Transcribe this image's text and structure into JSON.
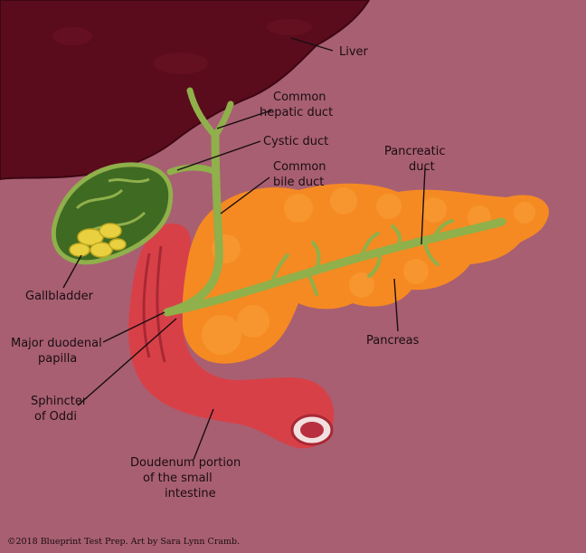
{
  "labels": {
    "liver": "Liver",
    "common_hepatic_duct": [
      "Common",
      "hepatic duct"
    ],
    "cystic_duct": "Cystic duct",
    "common_bile_duct": [
      "Common",
      "bile duct"
    ],
    "pancreatic_duct": [
      "Pancreatic",
      "duct"
    ],
    "gallbladder": "Gallbladder",
    "major_duodenal_papilla": [
      "Major duodenal",
      "papilla"
    ],
    "sphincter_of_oddi": [
      "Sphincter",
      "of Oddi"
    ],
    "pancreas": "Pancreas",
    "duodenum": [
      "Doudenum portion",
      "of the small",
      "intestine"
    ]
  },
  "credit": "©2018 Blueprint Test Prep. Art by Sara Lynn Cramb.",
  "colors": {
    "background": "#a85f72",
    "liver": "#5a0c1c",
    "gallbladder": "#3f6a22",
    "bile_ducts": "#8fb04a",
    "pancreas": "#f58a22",
    "duodenum": "#d84048",
    "gallstones": "#e8d040",
    "text": "#1a0d12"
  }
}
